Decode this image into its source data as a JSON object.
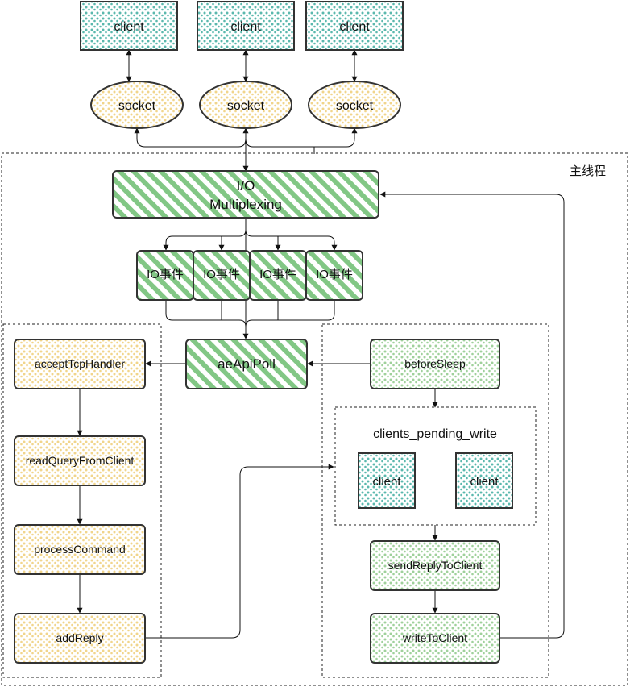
{
  "clients_top": [
    {
      "label": "client"
    },
    {
      "label": "client"
    },
    {
      "label": "client"
    }
  ],
  "sockets": [
    {
      "label": "socket"
    },
    {
      "label": "socket"
    },
    {
      "label": "socket"
    }
  ],
  "main_thread": {
    "label": "主线程"
  },
  "multiplexer": {
    "line1": "I/O",
    "line2": "Multiplexing"
  },
  "io_events": [
    {
      "label": "IO事件"
    },
    {
      "label": "IO事件"
    },
    {
      "label": "IO事件"
    },
    {
      "label": "IO事件"
    }
  ],
  "poll": {
    "label": "aeApiPoll"
  },
  "left_flow": [
    {
      "label": "acceptTcpHandler"
    },
    {
      "label": "readQueryFromClient"
    },
    {
      "label": "processCommand"
    },
    {
      "label": "addReply"
    }
  ],
  "right_flow": {
    "before_sleep": "beforeSleep",
    "pending_title": "clients_pending_write",
    "pending_clients": [
      {
        "label": "client"
      },
      {
        "label": "client"
      }
    ],
    "send_reply": "sendReplyToClient",
    "write_client": "writeToClient"
  },
  "colors": {
    "teal": "#5ab8ad",
    "yellow": "#f1d58b",
    "green": "#82c785",
    "stroke": "#333333"
  }
}
